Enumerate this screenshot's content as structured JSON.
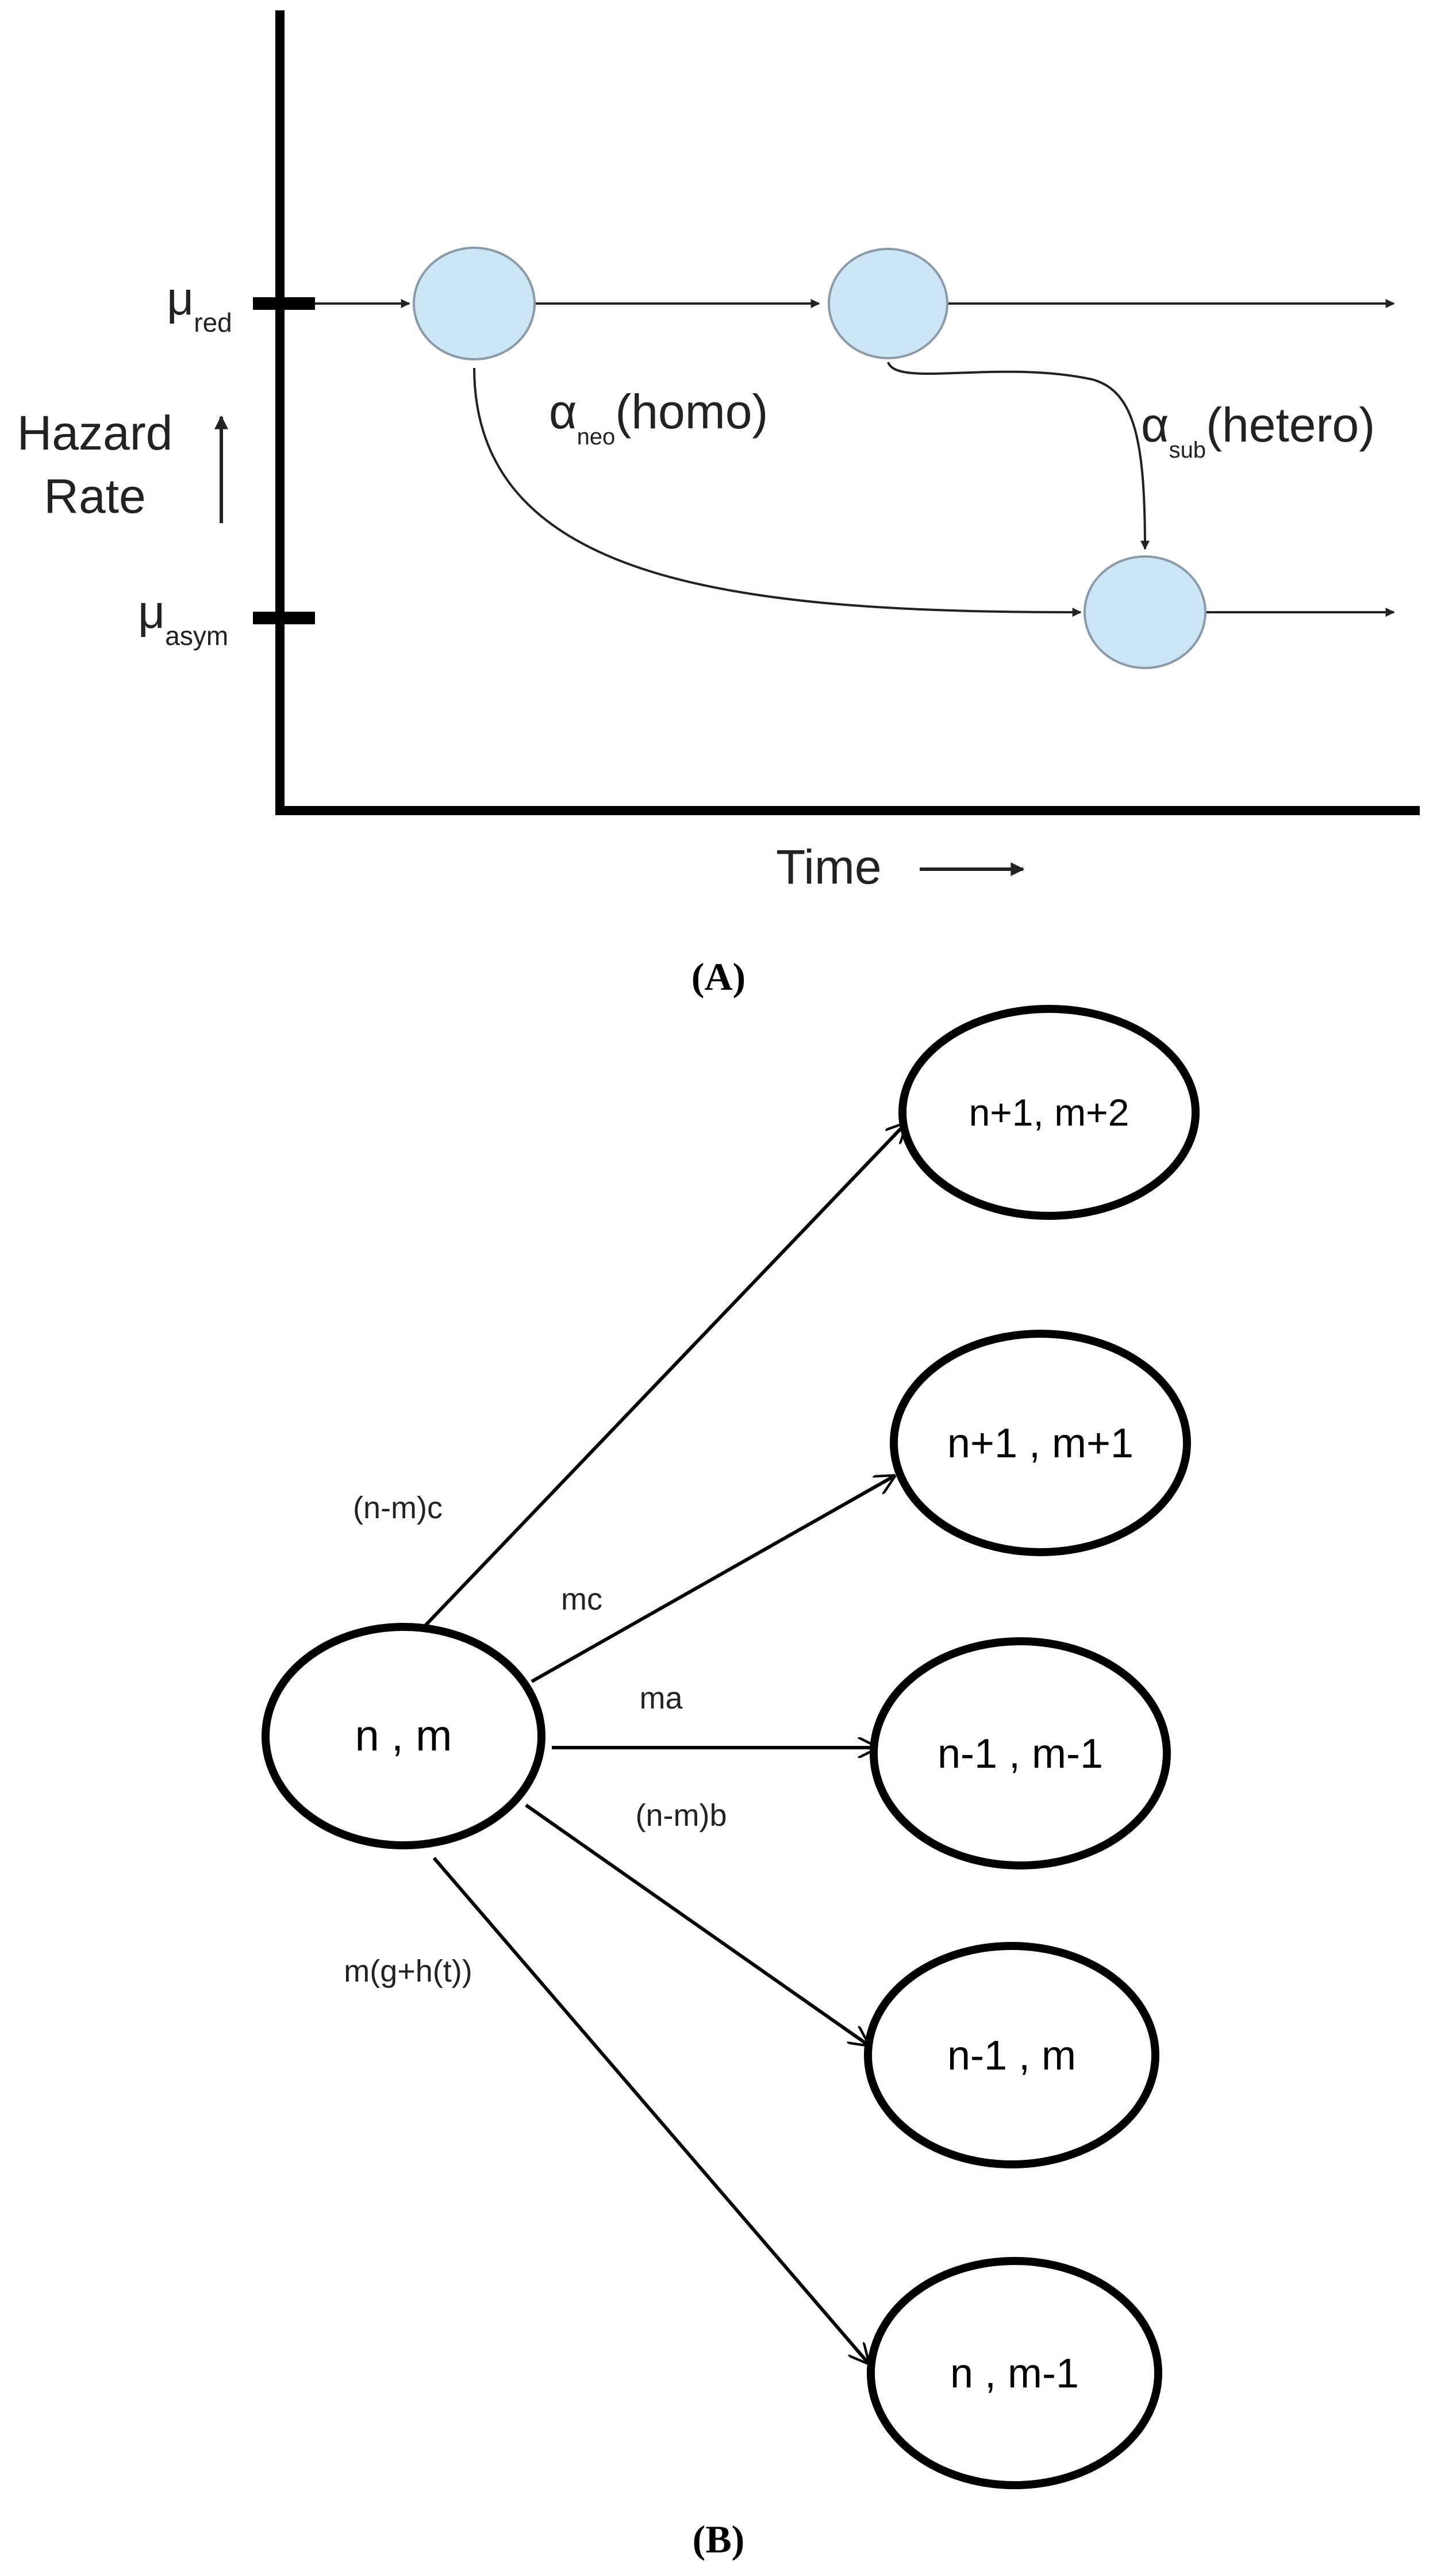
{
  "panel_a": {
    "y_axis_label_line1": "Hazard",
    "y_axis_label_line2": "Rate",
    "x_axis_label": "Time",
    "tick_red": {
      "symbol": "μ",
      "subscript": "red"
    },
    "tick_asym": {
      "symbol": "μ",
      "subscript": "asym"
    },
    "edge_neo": {
      "symbol": "α",
      "subscript": "neo",
      "suffix": "(homo)"
    },
    "edge_sub": {
      "symbol": "α",
      "subscript": "sub",
      "suffix": "(hetero)"
    },
    "caption": "(A)",
    "colors": {
      "node_fill": "#cde6f5",
      "node_stroke": "#8a9aa8",
      "line": "#222222"
    }
  },
  "panel_b": {
    "source_node": "n , m",
    "targets": [
      {
        "label": "n+1, m+2",
        "rate": "(n-m)c"
      },
      {
        "label": "n+1 , m+1",
        "rate": "mc"
      },
      {
        "label": "n-1 , m-1",
        "rate": "ma"
      },
      {
        "label": "n-1 , m",
        "rate": "(n-m)b"
      },
      {
        "label": "n , m-1",
        "rate": "m(g+h(t))"
      }
    ],
    "caption": "(B)"
  }
}
